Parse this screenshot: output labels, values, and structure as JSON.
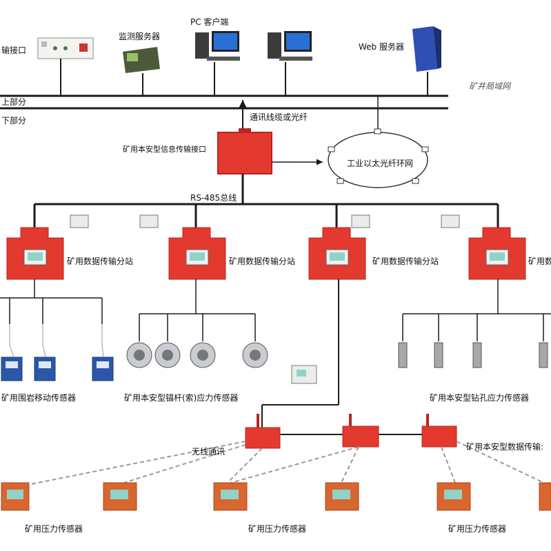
{
  "labels": {
    "transport_interface_partial": "输接口",
    "monitor_server": "监测服务器",
    "pc_client": "PC 客户端",
    "web_server": "Web 服务器",
    "mine_lan": "矿井局域网",
    "upper_part": "上部分",
    "lower_part": "下部分",
    "comm_cable": "通讯线缆或光纤",
    "safe_info_interface": "矿用本安型信息传输接口",
    "ethernet_ring": "工业以太光纤环网",
    "rs485": "RS-485总线",
    "station_1": "矿用数据传输分站",
    "station_2": "矿用数据传输分站",
    "station_3": "矿用数据传输分站",
    "station_4_partial": "矿用数",
    "rock_sensor": "矿用围岩移动传感器",
    "anchor_sensor": "矿用本安型锚杆(索)应力传感器",
    "drill_sensor": "矿用本安型钻孔应力传感器",
    "wireless": "无线通讯",
    "safe_data_partial": "矿用本安型数据传输:",
    "pressure_1": "矿用压力传感器",
    "pressure_2": "矿用压力传感器",
    "pressure_3": "矿用压力传感器"
  },
  "colors": {
    "device_red": "#e3392e",
    "device_red_dark": "#b82520",
    "sensor_orange": "#d9652f",
    "screen_teal": "#8fd3c8",
    "line": "#1a1a1a",
    "wireless_dash": "#999999",
    "server_blue": "#2f4fb5",
    "monitor_blue": "#2a6fd6"
  }
}
